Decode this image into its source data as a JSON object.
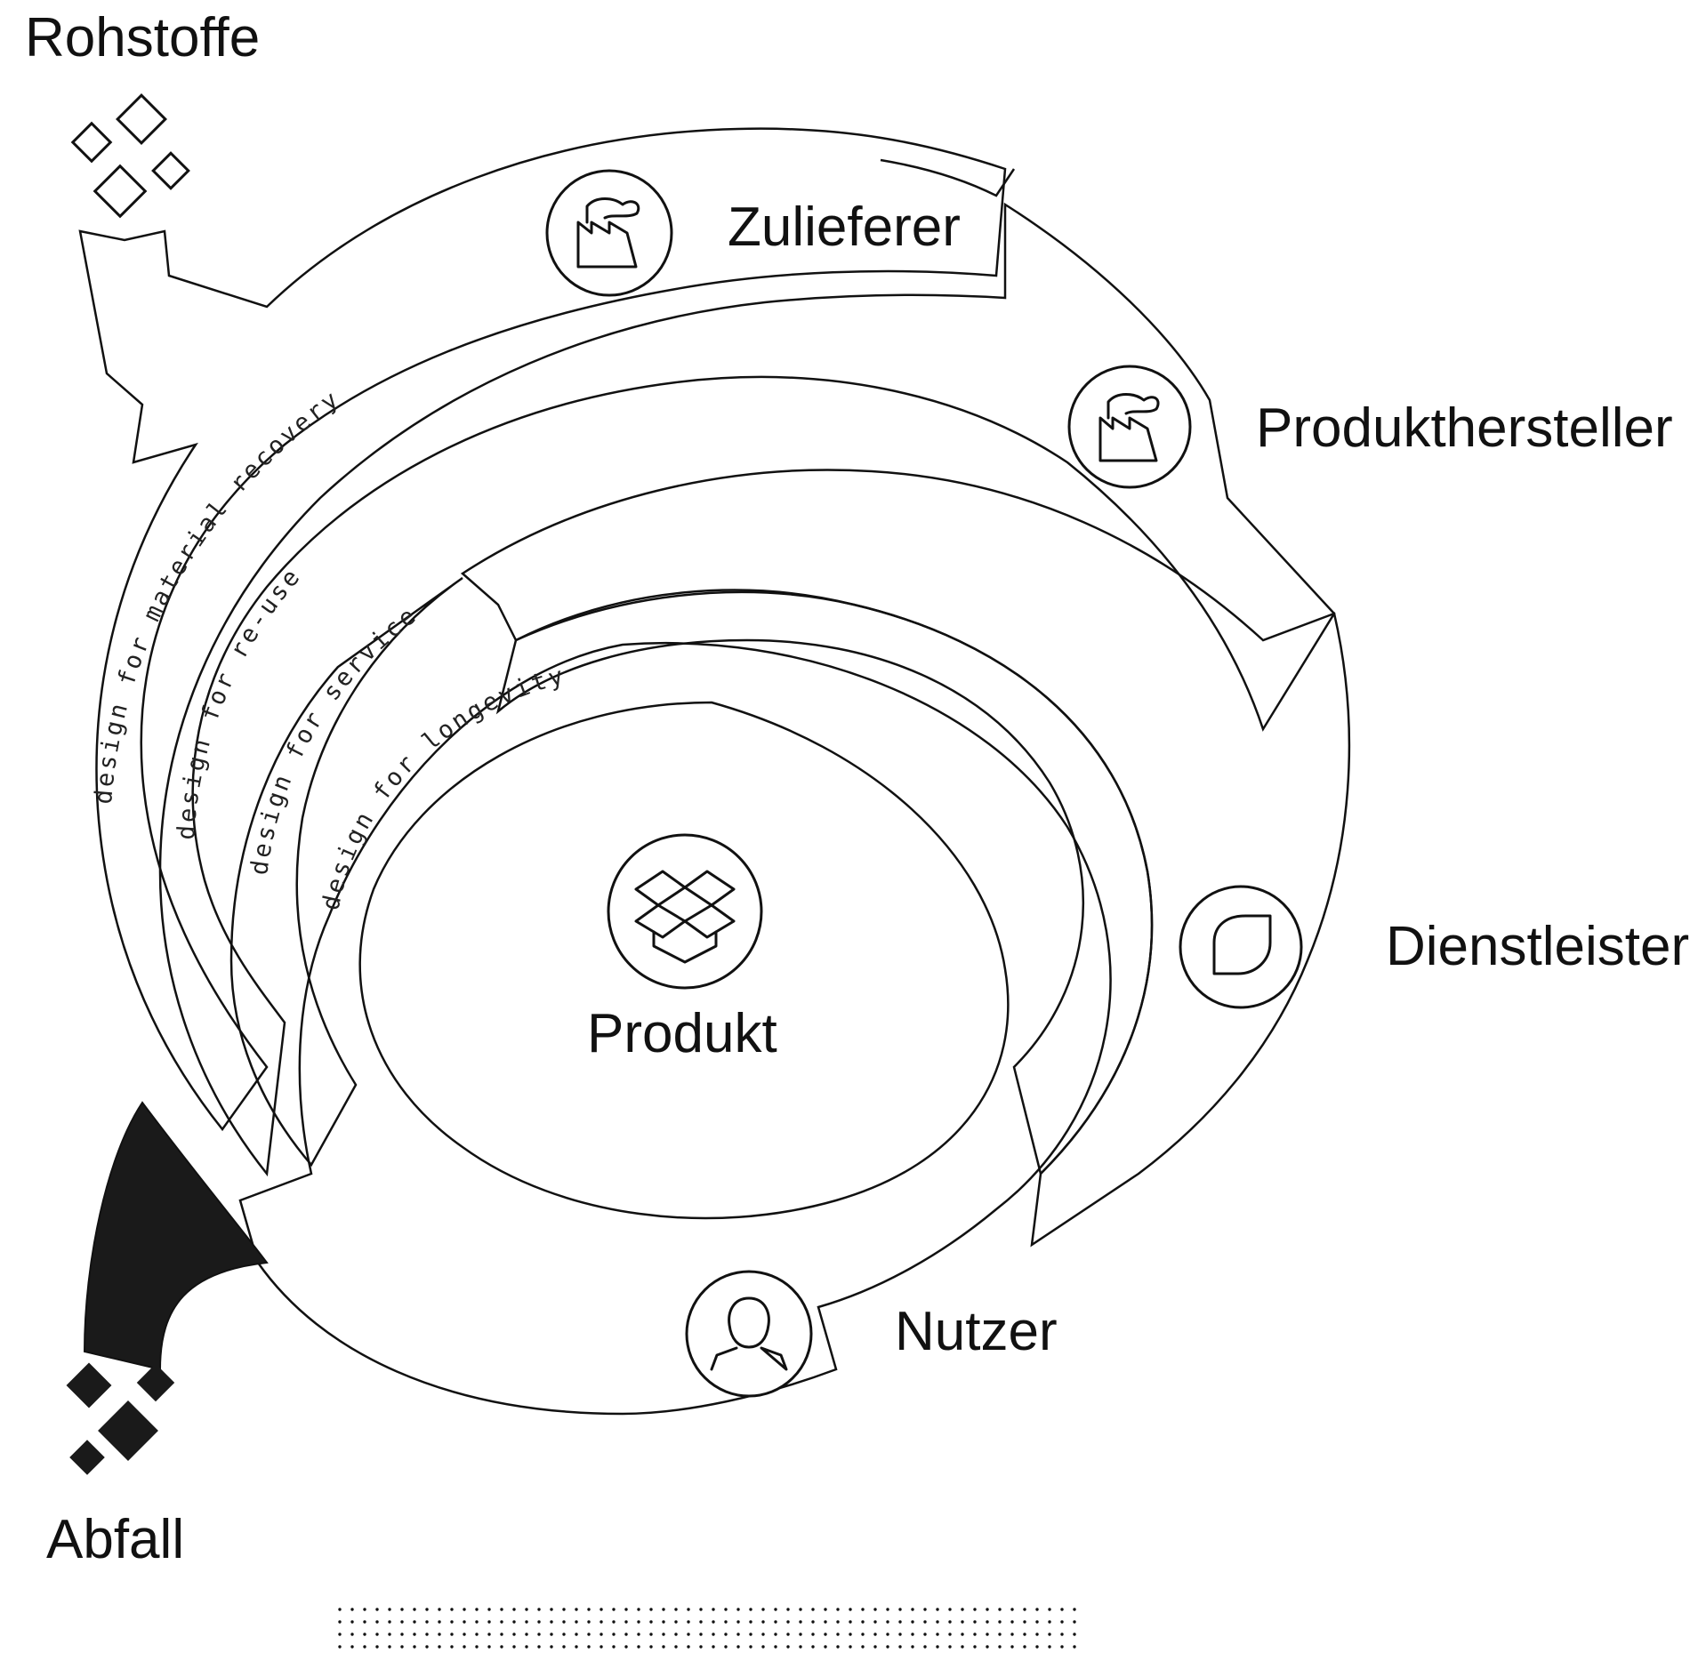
{
  "labels": {
    "raw_materials": "Rohstoffe",
    "supplier": "Zulieferer",
    "manufacturer": "Produkthersteller",
    "service_provider": "Dienstleister",
    "user": "Nutzer",
    "product": "Produkt",
    "waste": "Abfall"
  },
  "loops": {
    "material_recovery": "design for material recovery",
    "re_use": "design for re-use",
    "service": "design for service",
    "longevity": "design for longevity"
  },
  "icons": {
    "supplier": "factory-icon",
    "manufacturer": "factory-icon",
    "service_provider": "leaf-icon",
    "user": "user-icon",
    "product": "box-icon",
    "raw_materials": "diamonds-outline-icon",
    "waste": "diamonds-filled-icon"
  }
}
